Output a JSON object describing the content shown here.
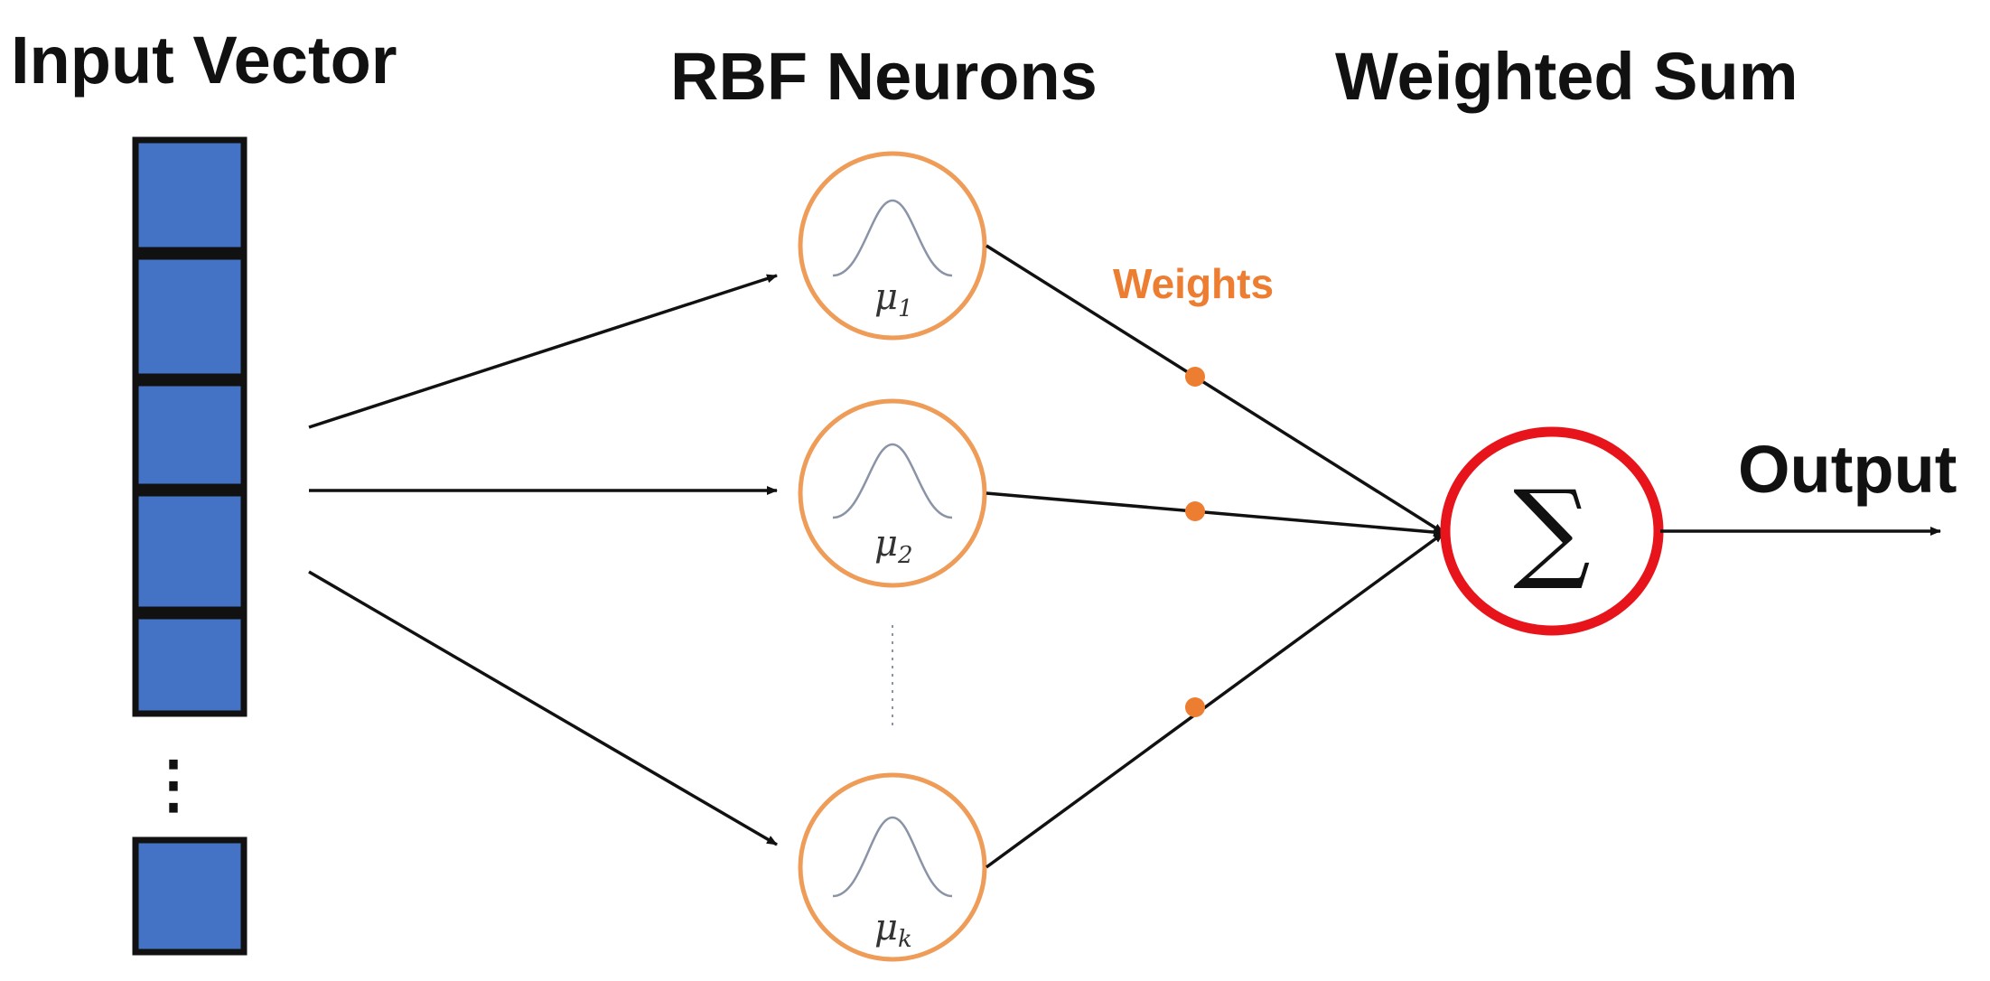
{
  "headings": {
    "input_vector": "Input Vector",
    "rbf_neurons": "RBF Neurons",
    "weighted_sum": "Weighted Sum",
    "output": "Output"
  },
  "weights_label": "Weights",
  "input_vector": {
    "visible_cells": 5,
    "trailing_cells": 1,
    "ellipsis": "⋮"
  },
  "rbf_neurons": [
    {
      "mu": "μ",
      "subscript": "1"
    },
    {
      "mu": "μ",
      "subscript": "2"
    },
    {
      "mu": "μ",
      "subscript": "k"
    }
  ],
  "sum_symbol": "∑",
  "colors": {
    "input_cell_fill": "#4472c4",
    "input_cell_border": "#111111",
    "neuron_stroke": "#ee9c58",
    "gaussian_curve": "#8a94a6",
    "weight_dot": "#ed7d31",
    "weights_text": "#ed7d31",
    "sum_stroke": "#e8141b",
    "arrow": "#111111"
  },
  "icons": {
    "neuron": "gaussian-curve-icon",
    "arrow": "arrowhead-icon"
  }
}
